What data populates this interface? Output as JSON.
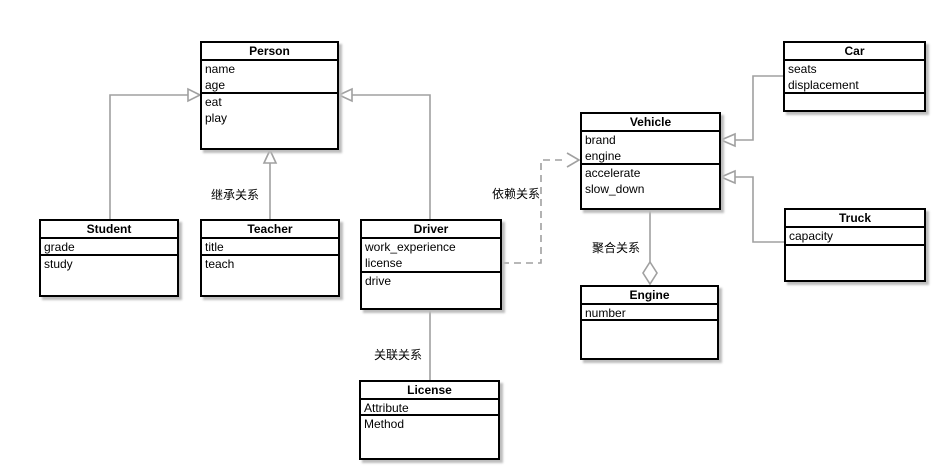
{
  "diagram_type": "UML class diagram",
  "colors": {
    "background": "#ffffff",
    "box_border": "#000000",
    "box_fill": "#ffffff",
    "edge": "#a0a0a0",
    "shadow": "#bdbdbd",
    "text": "#000000"
  },
  "classes": [
    {
      "name": "Person",
      "attributes": [
        "name",
        "age"
      ],
      "methods": [
        "eat",
        "play"
      ]
    },
    {
      "name": "Student",
      "attributes": [
        "grade"
      ],
      "methods": [
        "study"
      ]
    },
    {
      "name": "Teacher",
      "attributes": [
        "title"
      ],
      "methods": [
        "teach"
      ]
    },
    {
      "name": "Driver",
      "attributes": [
        "work_experience",
        "license"
      ],
      "methods": [
        "drive"
      ]
    },
    {
      "name": "License",
      "attributes": [
        "Attribute"
      ],
      "methods": [
        "Method"
      ]
    },
    {
      "name": "Vehicle",
      "attributes": [
        "brand",
        "engine"
      ],
      "methods": [
        "accelerate",
        "slow_down"
      ]
    },
    {
      "name": "Car",
      "attributes": [
        "seats",
        "displacement"
      ],
      "methods": []
    },
    {
      "name": "Truck",
      "attributes": [
        "capacity"
      ],
      "methods": []
    },
    {
      "name": "Engine",
      "attributes": [
        "number"
      ],
      "methods": []
    }
  ],
  "relationship_labels": {
    "inheritance": "继承关系",
    "dependency": "依赖关系",
    "association": "关联关系",
    "aggregation": "聚合关系"
  },
  "relationships": [
    {
      "from": "Student",
      "to": "Person",
      "type": "inheritance"
    },
    {
      "from": "Teacher",
      "to": "Person",
      "type": "inheritance",
      "label": "继承关系"
    },
    {
      "from": "Driver",
      "to": "Person",
      "type": "inheritance"
    },
    {
      "from": "Driver",
      "to": "Vehicle",
      "type": "dependency",
      "label": "依赖关系"
    },
    {
      "from": "Driver",
      "to": "License",
      "type": "association",
      "label": "关联关系"
    },
    {
      "from": "Vehicle",
      "to": "Engine",
      "type": "aggregation",
      "label": "聚合关系"
    },
    {
      "from": "Car",
      "to": "Vehicle",
      "type": "inheritance"
    },
    {
      "from": "Truck",
      "to": "Vehicle",
      "type": "inheritance"
    }
  ]
}
